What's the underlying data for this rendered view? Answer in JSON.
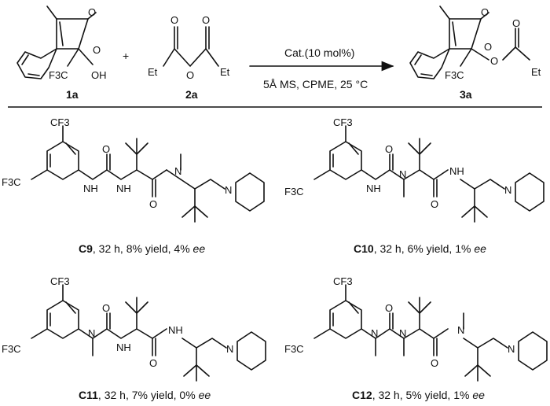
{
  "reaction": {
    "reagent1": {
      "label": "1a",
      "groups": {
        "cf3": "F3C",
        "oh": "OH",
        "carbonyl_o": "O"
      }
    },
    "plus": "+",
    "reagent2": {
      "label": "2a",
      "groups": {
        "et_left": "Et",
        "et_right": "Et",
        "o": "O"
      }
    },
    "conditions_top": "Cat.(10 mol%)",
    "conditions_bottom": "5Å MS, CPME, 25 °C",
    "product": {
      "label": "3a",
      "groups": {
        "cf3": "F3C",
        "et": "Et",
        "o": "O"
      }
    }
  },
  "catalysts": [
    {
      "id": "C9",
      "rest": ", 32 h, 8% yield, 4% ",
      "ee": "ee"
    },
    {
      "id": "C10",
      "rest": ", 32 h, 6% yield, 1% ",
      "ee": "ee"
    },
    {
      "id": "C11",
      "rest": ", 32 h, 7% yield, 0% ",
      "ee": "ee"
    },
    {
      "id": "C12",
      "rest": ", 32 h, 5% yield, 1% ",
      "ee": "ee"
    }
  ],
  "atoms": {
    "cf3": "CF3",
    "f3c": "F3C",
    "n": "N",
    "nh": "NH",
    "hn": "H",
    "o": "O"
  }
}
